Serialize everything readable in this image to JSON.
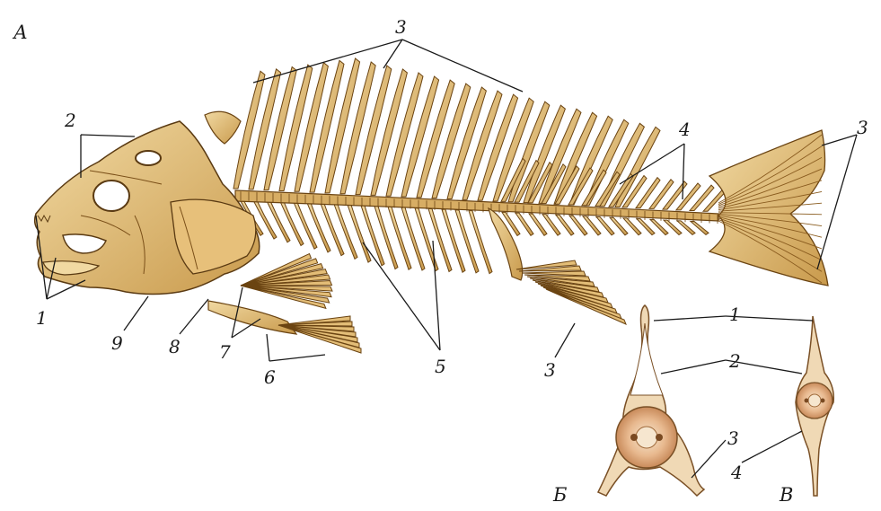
{
  "panels": {
    "a": "А",
    "b": "Б",
    "v": "В"
  },
  "labels": {
    "n1": "1",
    "n2": "2",
    "n3_top": "3",
    "n4": "4",
    "n3_tail": "3",
    "n5": "5",
    "n3_anal": "3",
    "n6": "6",
    "n7": "7",
    "n8": "8",
    "n9": "9",
    "b_n1": "1",
    "b_n2": "2",
    "b_n3": "3",
    "v_n4": "4"
  },
  "colors": {
    "bone": "#e8c98a",
    "bone_dark": "#b8893f",
    "outline": "#5a3a12",
    "line": "#1a1a1a"
  }
}
